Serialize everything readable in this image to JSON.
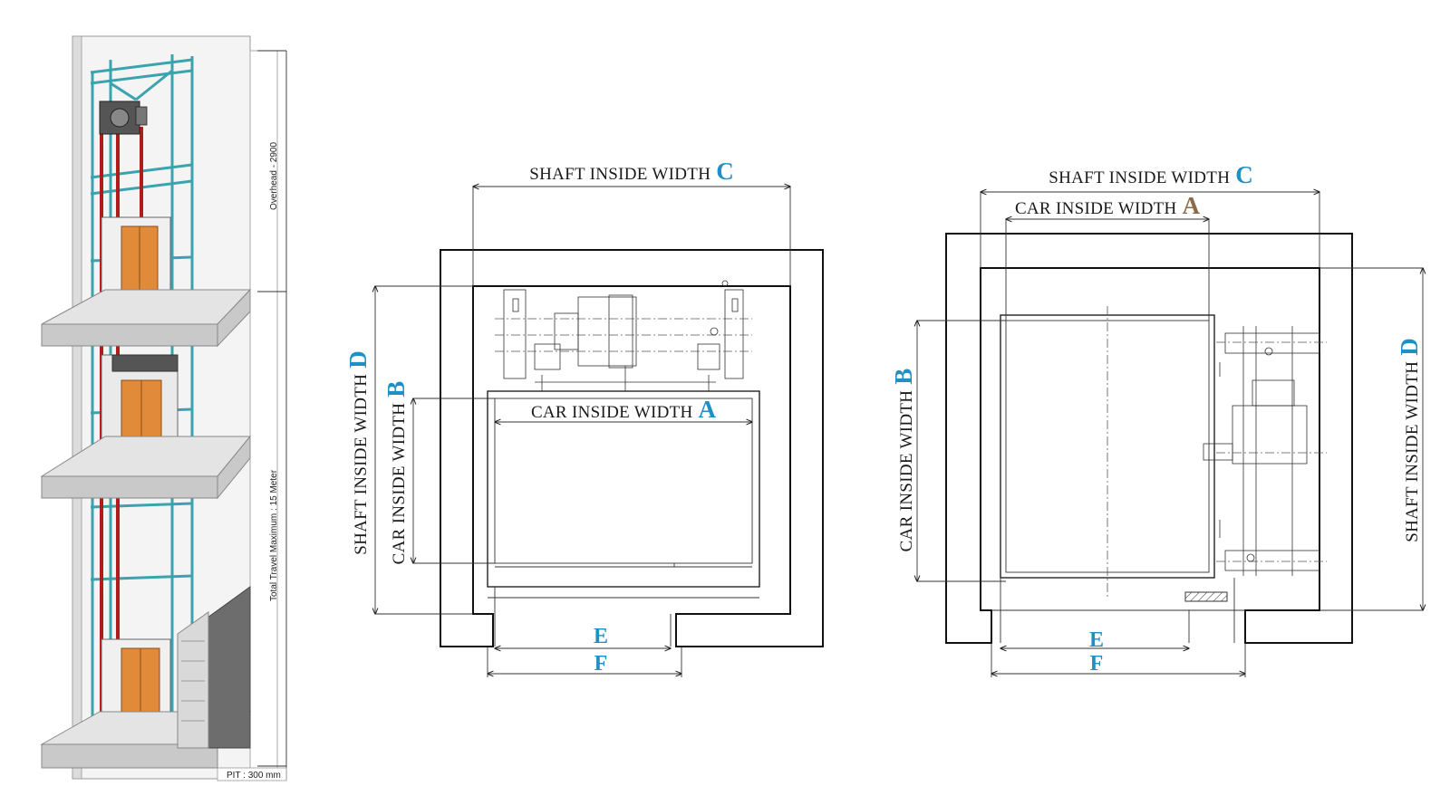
{
  "left_view": {
    "overhead": "Overhead - 2900",
    "travel": "Total Travel  Maximum : 15 Meter",
    "pit": "PIT : 300 mm"
  },
  "plan1": {
    "shaft_width_text": "SHAFT INSIDE WIDTH",
    "shaft_width_key": "C",
    "car_width_text": "CAR INSIDE WIDTH",
    "car_width_key": "A",
    "shaft_depth_text": "SHAFT INSIDE WIDTH",
    "shaft_depth_key": "D",
    "car_depth_text": "CAR INSIDE WIDTH",
    "car_depth_key": "B",
    "e": "E",
    "f": "F"
  },
  "plan2": {
    "shaft_width_text": "SHAFT INSIDE WIDTH",
    "shaft_width_key": "C",
    "car_width_text": "CAR INSIDE WIDTH",
    "car_width_key": "A",
    "shaft_depth_text": "SHAFT INSIDE WIDTH",
    "shaft_depth_key": "D",
    "car_depth_text": "CAR INSIDE WIDTH",
    "car_depth_key": "B",
    "e": "E",
    "f": "F"
  },
  "colors": {
    "key_blue": "#1f8fc4",
    "key_brown": "#8a6a47",
    "beam": "#3aa3ad",
    "rail": "#b01b1b",
    "door": "#e08a3a"
  }
}
